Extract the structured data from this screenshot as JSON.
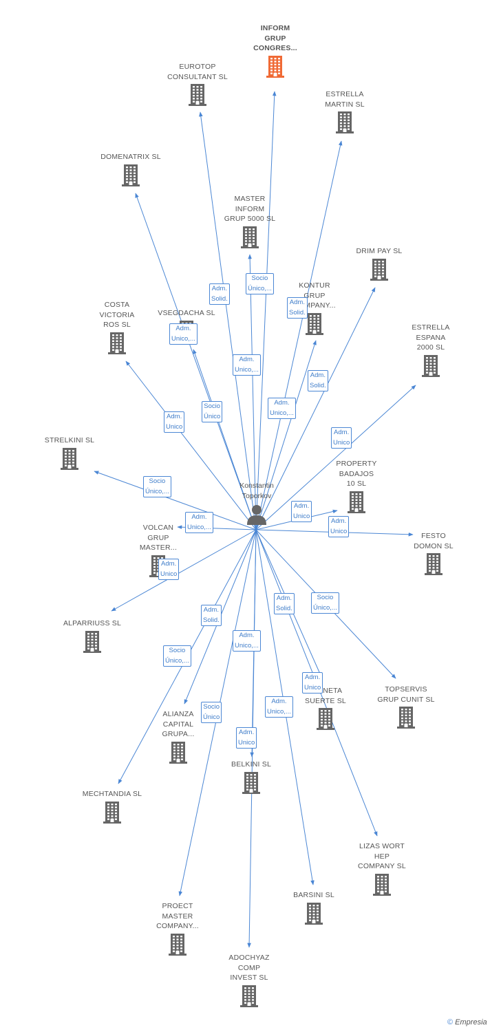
{
  "colors": {
    "edge": "#4a86d4",
    "icon": "#666666",
    "icon_focus": "#f06a35",
    "label_text": "#3e7cc9"
  },
  "person": {
    "name_lines": [
      "Konstantin",
      "Toporkov"
    ],
    "icon": "person-icon"
  },
  "companies": [
    {
      "id": "inform",
      "lines": [
        "INFORM",
        "GRUP",
        "CONGRES..."
      ],
      "highlight": true
    },
    {
      "id": "eurotop",
      "lines": [
        "EUROTOP",
        "CONSULTANT SL"
      ]
    },
    {
      "id": "estrella_martin",
      "lines": [
        "ESTRELLA",
        "MARTIN SL"
      ]
    },
    {
      "id": "domenatrix",
      "lines": [
        "DOMENATRIX SL"
      ]
    },
    {
      "id": "master_inform",
      "lines": [
        "MASTER",
        "INFORM",
        "GRUP 5000  SL"
      ]
    },
    {
      "id": "drim_pay",
      "lines": [
        "DRIM PAY  SL"
      ]
    },
    {
      "id": "kontur",
      "lines": [
        "KONTUR",
        "GRUP",
        "COMPANY..."
      ]
    },
    {
      "id": "costa_victoria",
      "lines": [
        "COSTA",
        "VICTORIA",
        "ROS  SL"
      ]
    },
    {
      "id": "vsegdacha",
      "lines": [
        "VSEGDACHA SL"
      ]
    },
    {
      "id": "estrella_espana",
      "lines": [
        "ESTRELLA",
        "ESPANA",
        "2000  SL"
      ]
    },
    {
      "id": "strelkini",
      "lines": [
        "STRELKINI  SL"
      ]
    },
    {
      "id": "property",
      "lines": [
        "PROPERTY",
        "BADAJOS",
        "10  SL"
      ]
    },
    {
      "id": "festo",
      "lines": [
        "FESTO",
        "DOMON SL"
      ]
    },
    {
      "id": "volcan",
      "lines": [
        "VOLCAN",
        "GRUP",
        "MASTER..."
      ]
    },
    {
      "id": "alparriuss",
      "lines": [
        "ALPARRIUSS SL"
      ]
    },
    {
      "id": "topservis",
      "lines": [
        "TOPSERVIS",
        "GRUP CUNIT  SL"
      ]
    },
    {
      "id": "planeta",
      "lines": [
        "PLANETA",
        "SUERTE SL"
      ]
    },
    {
      "id": "alianza",
      "lines": [
        "ALIANZA",
        "CAPITAL",
        "GRUPA..."
      ]
    },
    {
      "id": "belkini",
      "lines": [
        "BELKINI SL"
      ]
    },
    {
      "id": "mechtandia",
      "lines": [
        "MECHTANDIA SL"
      ]
    },
    {
      "id": "lizas",
      "lines": [
        "LIZAS WORT",
        "HEP",
        "COMPANY SL"
      ]
    },
    {
      "id": "barsini",
      "lines": [
        "BARSINI  SL"
      ]
    },
    {
      "id": "proect",
      "lines": [
        "PROECT",
        "MASTER",
        "COMPANY..."
      ]
    },
    {
      "id": "adochyaz",
      "lines": [
        "ADOCHYAZ",
        "COMP",
        "INVEST SL"
      ]
    }
  ],
  "relations": [
    {
      "target": "inform",
      "lines": [
        "Socio",
        "Único,..."
      ]
    },
    {
      "target": "eurotop",
      "lines": [
        "Adm.",
        "Solid."
      ]
    },
    {
      "target": "estrella_martin",
      "lines": [
        "Adm.",
        "Solid."
      ]
    },
    {
      "target": "domenatrix",
      "lines": [
        "Adm.",
        "Unico,..."
      ]
    },
    {
      "target": "master_inform",
      "lines": [
        "Adm.",
        "Unico,..."
      ]
    },
    {
      "target": "drim_pay",
      "lines": [
        "Adm.",
        "Solid."
      ]
    },
    {
      "target": "kontur",
      "lines": [
        "Adm.",
        "Unico,..."
      ]
    },
    {
      "target": "costa_victoria",
      "lines": [
        "Adm.",
        "Unico"
      ]
    },
    {
      "target": "vsegdacha",
      "lines": [
        "Socio",
        "Único"
      ]
    },
    {
      "target": "estrella_espana",
      "lines": [
        "Adm.",
        "Unico"
      ]
    },
    {
      "target": "strelkini",
      "lines": [
        "Socio",
        "Único,..."
      ]
    },
    {
      "target": "property",
      "lines": [
        "Adm.",
        "Unico"
      ]
    },
    {
      "target": "festo",
      "lines": [
        "Adm.",
        "Unico"
      ]
    },
    {
      "target": "volcan",
      "lines": [
        "Adm.",
        "Unico,..."
      ]
    },
    {
      "target": "alparriuss",
      "lines": [
        "Adm.",
        "Unico"
      ]
    },
    {
      "target": "topservis",
      "lines": [
        "Socio",
        "Único,..."
      ]
    },
    {
      "target": "planeta",
      "lines": [
        "Adm.",
        "Solid."
      ]
    },
    {
      "target": "alianza",
      "lines": [
        "Adm.",
        "Solid."
      ]
    },
    {
      "target": "belkini",
      "lines": [
        "Adm.",
        "Unico,..."
      ]
    },
    {
      "target": "mechtandia",
      "lines": [
        "Socio",
        "Único,..."
      ]
    },
    {
      "target": "lizas",
      "lines": [
        "Adm.",
        "Unico"
      ]
    },
    {
      "target": "barsini",
      "lines": [
        "Adm.",
        "Unico,..."
      ]
    },
    {
      "target": "proect",
      "lines": [
        "Socio",
        "Único"
      ]
    },
    {
      "target": "adochyaz",
      "lines": [
        "Adm.",
        "Unico"
      ]
    }
  ],
  "footer": {
    "copyright": "©",
    "brand": "Empresia"
  }
}
